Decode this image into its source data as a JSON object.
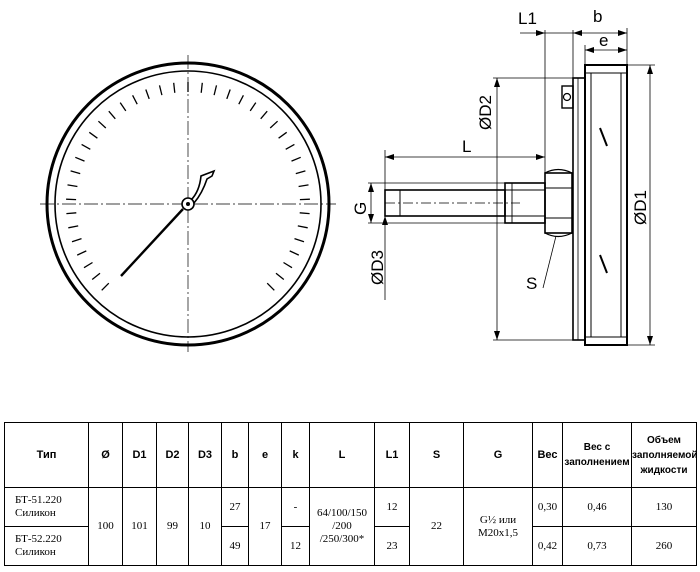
{
  "drawing": {
    "dims": {
      "L1": "L1",
      "b": "b",
      "e": "e",
      "D2": "ØD2",
      "L": "L",
      "G": "G",
      "D3": "ØD3",
      "D1": "ØD1",
      "S": "S"
    }
  },
  "table": {
    "headers": [
      "Тип",
      "Ø",
      "D1",
      "D2",
      "D3",
      "b",
      "e",
      "k",
      "L",
      "L1",
      "S",
      "G",
      "Вес",
      "Вес с заполнением",
      "Объем заполняемой жидкости"
    ],
    "rows": [
      {
        "type": [
          "БТ-51.220",
          "Силикон"
        ],
        "d": "100",
        "d1": "101",
        "d2": "99",
        "d3": "10",
        "b": "27",
        "e": "17",
        "k": "-",
        "l": [
          "64/100/150",
          "/200",
          "/250/300*"
        ],
        "l1": "12",
        "s": "22",
        "g": [
          "G½ или",
          "M20x1,5"
        ],
        "weight": "0,30",
        "weight_filled": "0,46",
        "volume": "130"
      },
      {
        "type": [
          "БТ-52.220",
          "Силикон"
        ],
        "b": "49",
        "k": "12",
        "l1": "23",
        "weight": "0,42",
        "weight_filled": "0,73",
        "volume": "260"
      }
    ]
  }
}
